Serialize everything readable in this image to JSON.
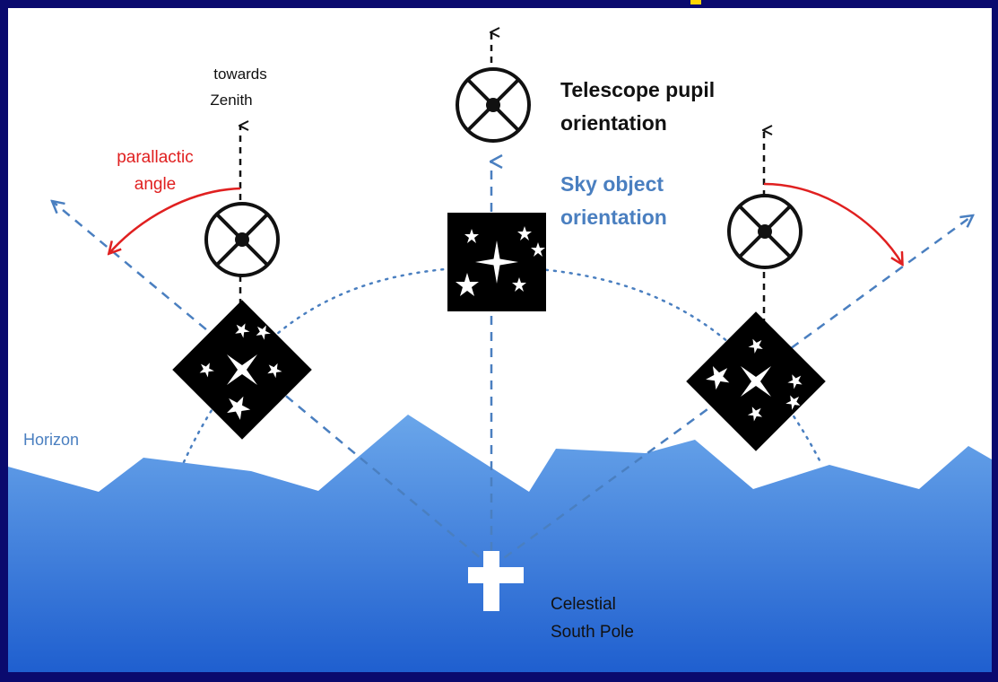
{
  "labels": {
    "towards_zenith_line1": "towards",
    "towards_zenith_line2": "Zenith",
    "parallactic_line1": "parallactic",
    "parallactic_line2": "angle",
    "telescope_line1": "Telescope pupil",
    "telescope_line2": "orientation",
    "sky_line1": "Sky object",
    "sky_line2": "orientation",
    "horizon": "Horizon",
    "pole_line1": "Celestial",
    "pole_line2": "South Pole"
  },
  "colors": {
    "frame": "#0a0a6e",
    "sky": "#ffffff",
    "ground_top": "#6aa6ea",
    "ground_bottom": "#1f61cf",
    "sky_axis": "#4a7fc0",
    "parallactic": "#e02020",
    "horizon_label": "#4a7fc0",
    "ink": "#111111"
  },
  "icons": [
    "up-arrow-icon",
    "telescope-pupil-icon",
    "star-field-icon",
    "celestial-pole-cross-icon"
  ]
}
